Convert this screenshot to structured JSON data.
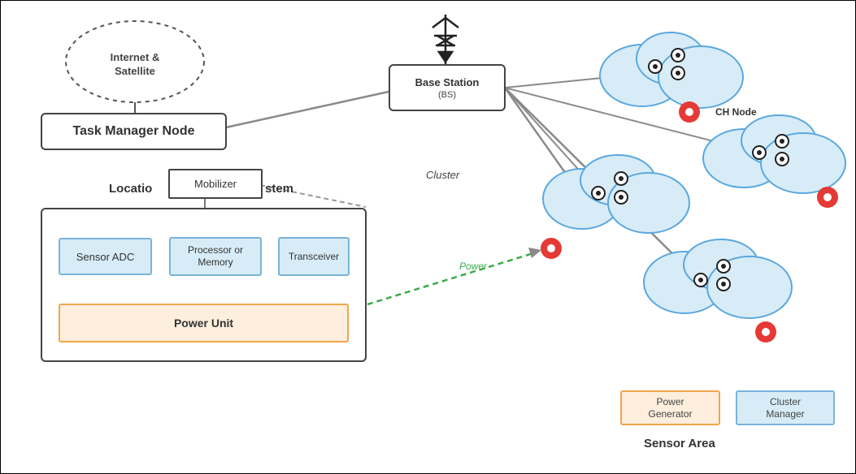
{
  "internet": {
    "label": "Internet &\nSatellite"
  },
  "base_station": {
    "title": "Base Station",
    "subtitle": "(BS)"
  },
  "task_manager": {
    "label": "Task Manager Node"
  },
  "location_system": {
    "label_left": "Locatio",
    "label_right": "stem"
  },
  "mobilizer": {
    "label": "Mobilizer"
  },
  "sensor_node": {
    "units": [
      {
        "label": "Sensor ADC"
      },
      {
        "label": "Processor or\nMemory"
      },
      {
        "label": "Transceiver"
      }
    ],
    "power_unit": {
      "label": "Power Unit"
    }
  },
  "cluster_label": "Cluster",
  "power_link_label": "Power",
  "ch_node_label": "CH Node",
  "legend": {
    "power_generator": "Power\nGenerator",
    "cluster_manager": "Cluster\nManager"
  },
  "sensor_area_label": "Sensor Area",
  "colors": {
    "link": "#8a8a8a",
    "cloud_fill": "#d7ecf7",
    "cloud_stroke": "#5aa8df",
    "ch_node": "#e53935",
    "power_unit_fill": "#fdeedd",
    "power_unit_stroke": "#f0a64a",
    "power_link": "#3aaa4a"
  }
}
